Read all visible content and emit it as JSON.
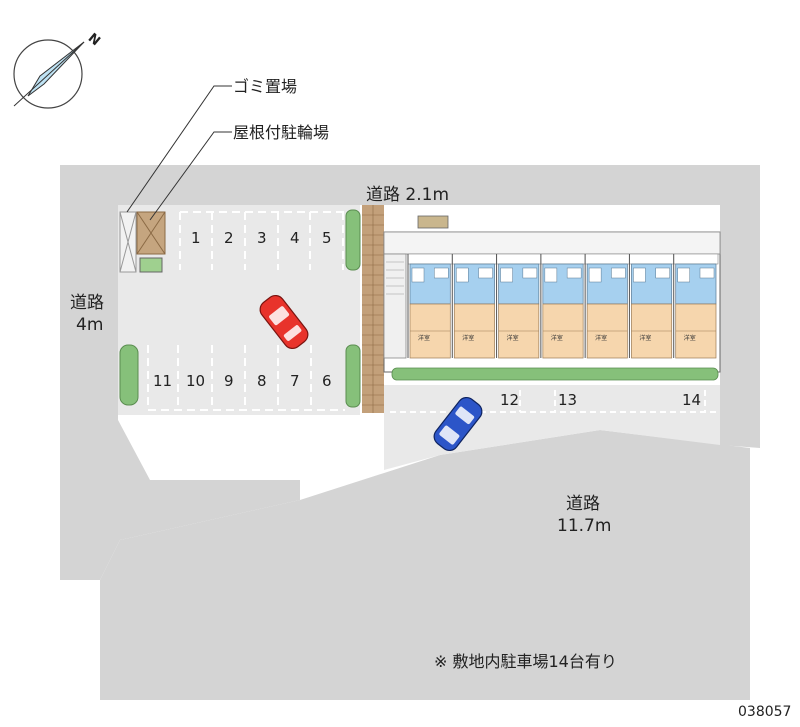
{
  "compass": {
    "north_label": "N"
  },
  "callouts": {
    "garbage": "ゴミ置場",
    "bicycle": "屋根付駐輪場"
  },
  "roads": {
    "north": "道路 2.1m",
    "west_line1": "道路",
    "west_line2": "4m",
    "south_line1": "道路",
    "south_line2": "11.7m"
  },
  "parking_spaces": {
    "top_row": [
      "1",
      "2",
      "3",
      "4",
      "5"
    ],
    "bottom_row": [
      "11",
      "10",
      "9",
      "8",
      "7",
      "6"
    ],
    "front_row": [
      "12",
      "13",
      "14"
    ]
  },
  "building": {
    "unit_count": 7,
    "unit_label": "洋室"
  },
  "note": "※ 敷地内駐車場14台有り",
  "property_code": "038057",
  "colors": {
    "road": "#d4d4d4",
    "lot": "#e9e9e9",
    "building_floor": "#f6d6ad",
    "building_wet": "#a6d0ef",
    "hedge": "#86c07a",
    "wall": "#c3a07a",
    "car_red": "#e8332b",
    "car_blue": "#2c55c8",
    "compass_fill": "#bfe3f4"
  }
}
